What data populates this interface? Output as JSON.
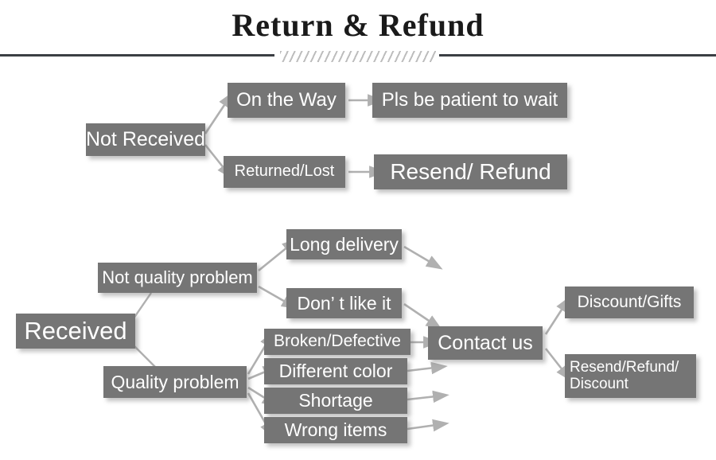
{
  "header": {
    "title": "Return & Refund",
    "divider_icon": "diagonal-hatch-divider"
  },
  "colors": {
    "box_fill": "#757575",
    "box_text": "#ffffff",
    "arrow": "#b0b0b0",
    "divider_line": "#3b3f44",
    "background": "#ffffff"
  },
  "diagram": {
    "type": "flowchart",
    "branches": [
      {
        "root": "Not Received",
        "paths": [
          {
            "stage": "On the Way",
            "outcome": "Pls be patient to wait"
          },
          {
            "stage": "Returned/Lost",
            "outcome": "Resend/ Refund"
          }
        ]
      },
      {
        "root": "Received",
        "paths": [
          {
            "stage": "Not quality problem",
            "reasons": [
              "Long delivery",
              "Don’ t like it"
            ]
          },
          {
            "stage": "Quality problem",
            "reasons": [
              "Broken/Defective",
              "Different color",
              "Shortage",
              "Wrong items"
            ]
          }
        ],
        "converge": "Contact us",
        "outcomes": [
          "Discount/Gifts",
          "Resend/Refund/\nDiscount"
        ]
      }
    ]
  },
  "nodes": {
    "not_received": "Not Received",
    "on_the_way": "On the Way",
    "returned_lost": "Returned/Lost",
    "pls_be_patient": "Pls be patient to wait",
    "resend_refund": "Resend/ Refund",
    "received": "Received",
    "not_quality_problem": "Not quality problem",
    "quality_problem": "Quality problem",
    "long_delivery": "Long delivery",
    "dont_like_it": "Don’ t like it",
    "broken_defective": "Broken/Defective",
    "different_color": "Different color",
    "shortage": "Shortage",
    "wrong_items": "Wrong items",
    "contact_us": "Contact us",
    "discount_gifts": "Discount/Gifts",
    "resend_refund_discount": "Resend/Refund/\nDiscount"
  }
}
